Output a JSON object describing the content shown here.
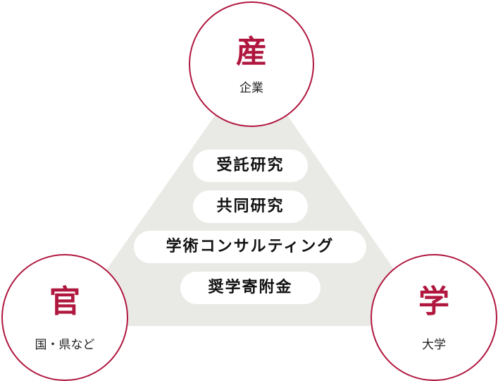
{
  "colors": {
    "accent": "#b0173f",
    "triangle": "#e9e9e5"
  },
  "nodes": [
    {
      "title": "産",
      "subtitle": "企業"
    },
    {
      "title": "官",
      "subtitle": "国・県など"
    },
    {
      "title": "学",
      "subtitle": "大学"
    }
  ],
  "collaborations": [
    "受託研究",
    "共同研究",
    "学術コンサルティング",
    "奨学寄附金"
  ]
}
